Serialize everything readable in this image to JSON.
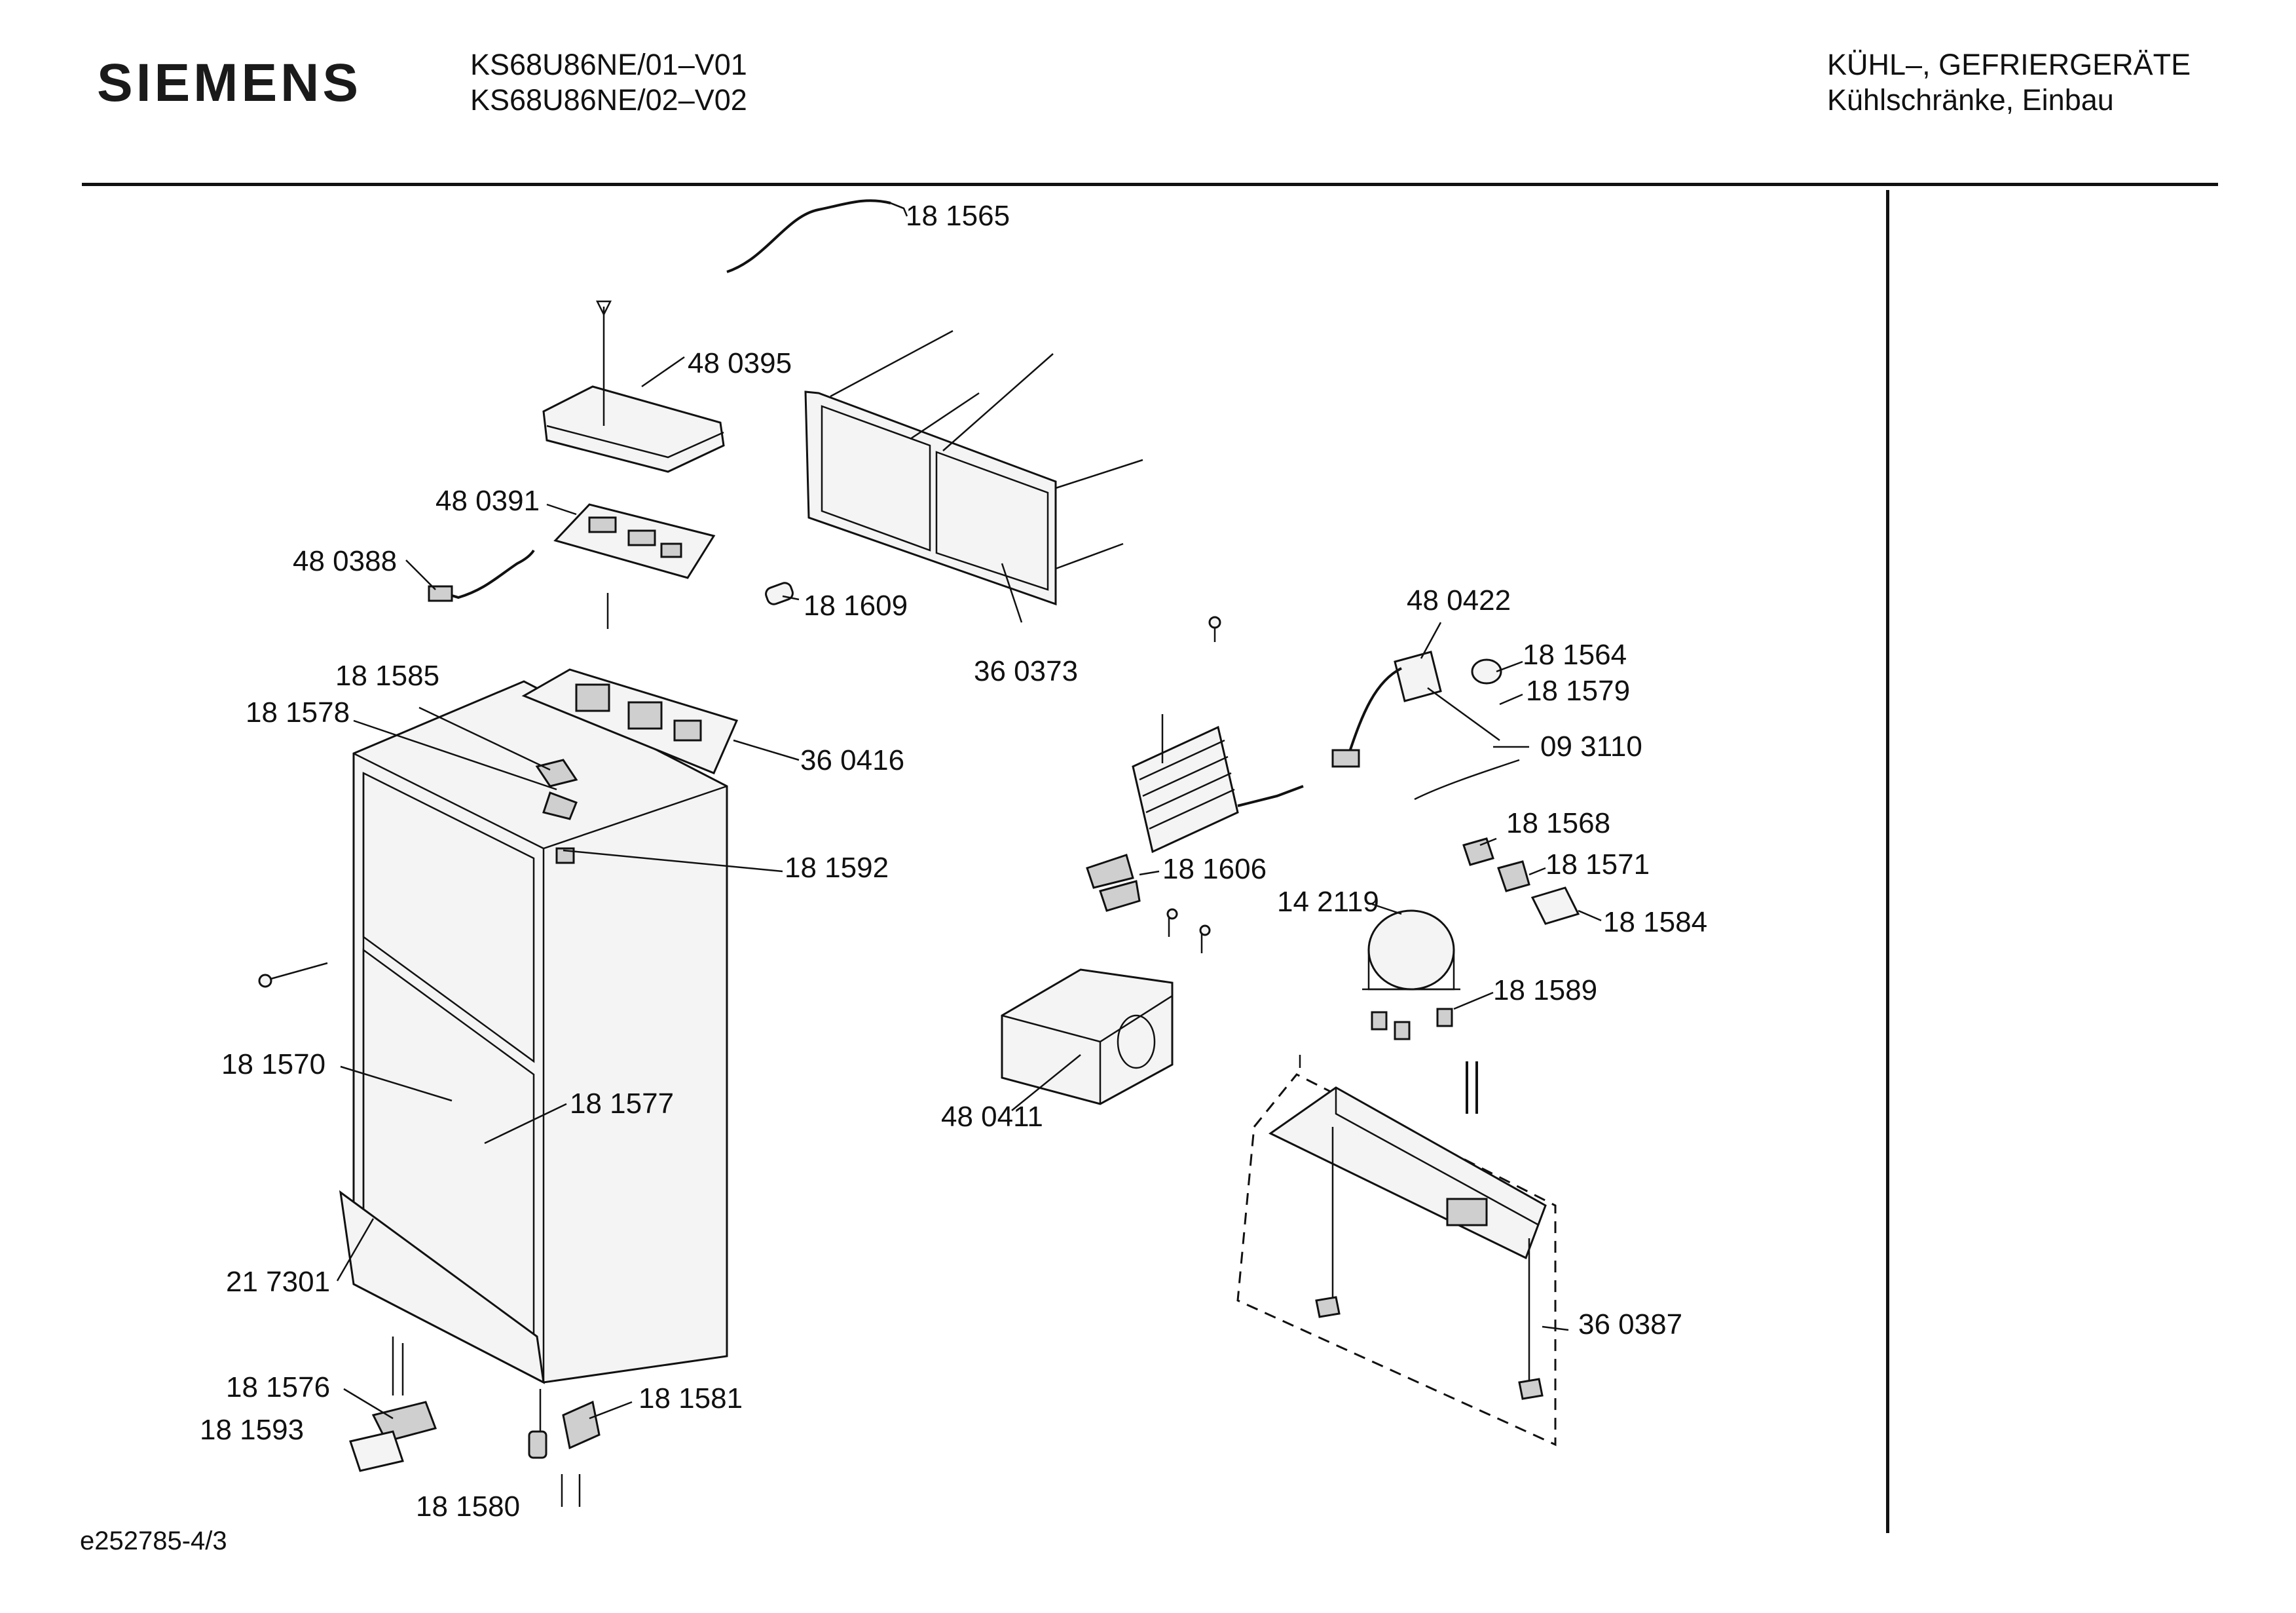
{
  "header": {
    "brand": "SIEMENS",
    "model_line_1": "KS68U86NE/01–V01",
    "model_line_2": "KS68U86NE/02–V02",
    "category_line_1": "KÜHL–, GEFRIERGERÄTE",
    "category_line_2": "Kühlschränke, Einbau"
  },
  "footer": {
    "reference": "e252785-4/3"
  },
  "parts": [
    "18 1565",
    "48 0395",
    "48 0391",
    "48 0388",
    "18 1609",
    "36 0373",
    "18 1585",
    "18 1578",
    "36 0416",
    "18 1592",
    "48 0422",
    "18 1564",
    "18 1579",
    "09 3110",
    "18 1568",
    "18 1571",
    "18 1584",
    "18 1606",
    "14 2119",
    "18 1589",
    "48 0411",
    "18 1570",
    "18 1577",
    "21 7301",
    "36 0387",
    "18 1576",
    "18 1593",
    "18 1581",
    "18 1580"
  ]
}
